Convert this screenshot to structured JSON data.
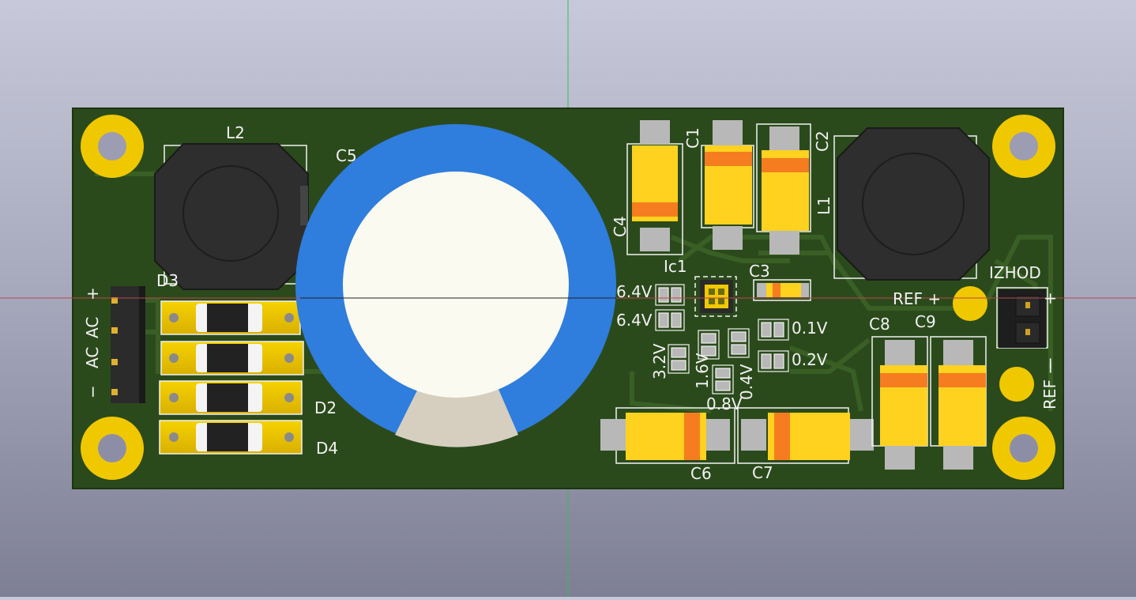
{
  "board": {
    "labels": {
      "L2": "L2",
      "L1": "L1",
      "C5": "C5",
      "C1": "C1",
      "C2": "C2",
      "C3": "C3",
      "C4": "C4",
      "C6": "C6",
      "C7": "C7",
      "C8": "C8",
      "C9": "C9",
      "D2": "D2",
      "D4": "D4",
      "D3": "D3",
      "IC1": "Ic1",
      "IZHOD": "IZHOD"
    },
    "voltage_labels": {
      "v64a": "6.4V",
      "v64b": "6.4V",
      "v32": "3.2V",
      "v16": "1.6V",
      "v08": "0.8V",
      "v04": "0.4V",
      "v01": "0.1V",
      "v02": "0.2V"
    },
    "connector_in": {
      "plus": "+",
      "ac1": "AC",
      "ac2": "AC",
      "minus": "−"
    },
    "connector_out": {
      "plus": "+",
      "minus": "−"
    },
    "ref": {
      "plus_label": "REF  +",
      "minus_label": "REF  −"
    }
  },
  "colors": {
    "board": "#2b4a1c",
    "silk": "#f2f2f2",
    "pad": "#f0c800",
    "capacitor_body": "#ffd21f",
    "capacitor_stripe": "#f57d1f",
    "electrolytic_ring": "#2f7ddd",
    "electrolytic_top": "#fafaf0",
    "inductor": "#2e2e2e"
  }
}
